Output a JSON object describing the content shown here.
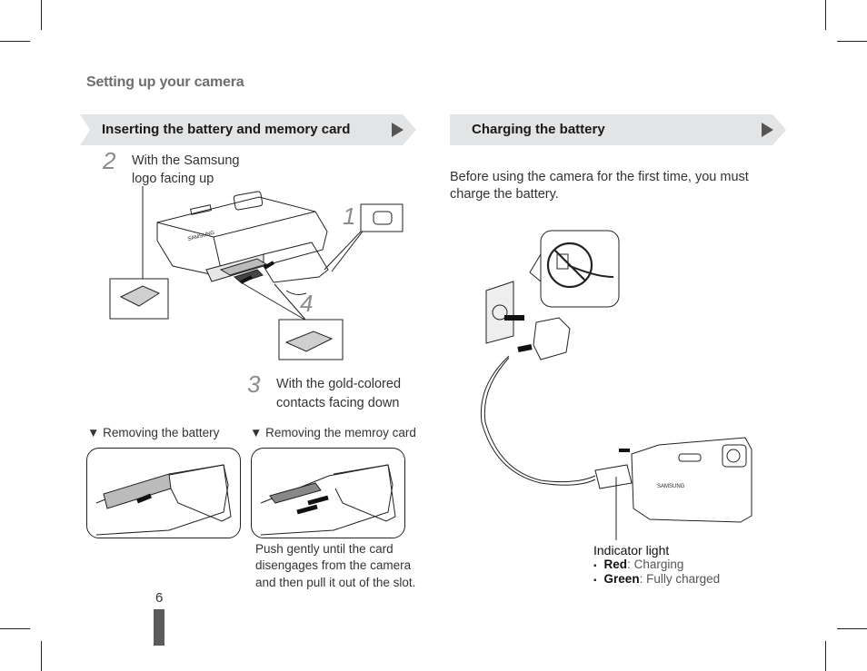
{
  "section_title": "Setting up your camera",
  "left_header": "Inserting the battery and memory card",
  "right_header": "Charging the battery",
  "step2": {
    "num": "2",
    "line1": "With the Samsung",
    "line2": "logo facing up"
  },
  "step3": {
    "num": "3",
    "line1": "With the gold-colored",
    "line2": "contacts facing down"
  },
  "diagram_labels": {
    "one": "1",
    "four": "4"
  },
  "removing_battery": "▼ Removing the battery",
  "removing_card": "▼ Removing the memroy card",
  "push_note": {
    "line1": "Push gently until the card",
    "line2": "disengages from the camera",
    "line3": "and then pull it out of the slot."
  },
  "intro": {
    "line1": "Before using the camera for the first time, you must",
    "line2": "charge the battery."
  },
  "indicator": {
    "title": "Indicator light",
    "red_label": "Red",
    "red_text": ": Charging",
    "green_label": "Green",
    "green_text": ": Fully charged",
    "bullet": "▪"
  },
  "camera_brand": "SAMSUNG",
  "page_number": "6",
  "colors": {
    "header_bg": "#e3e4e5",
    "text": "#333333",
    "gray_title": "#6d6e70",
    "page_bar": "#5b5c5e"
  }
}
